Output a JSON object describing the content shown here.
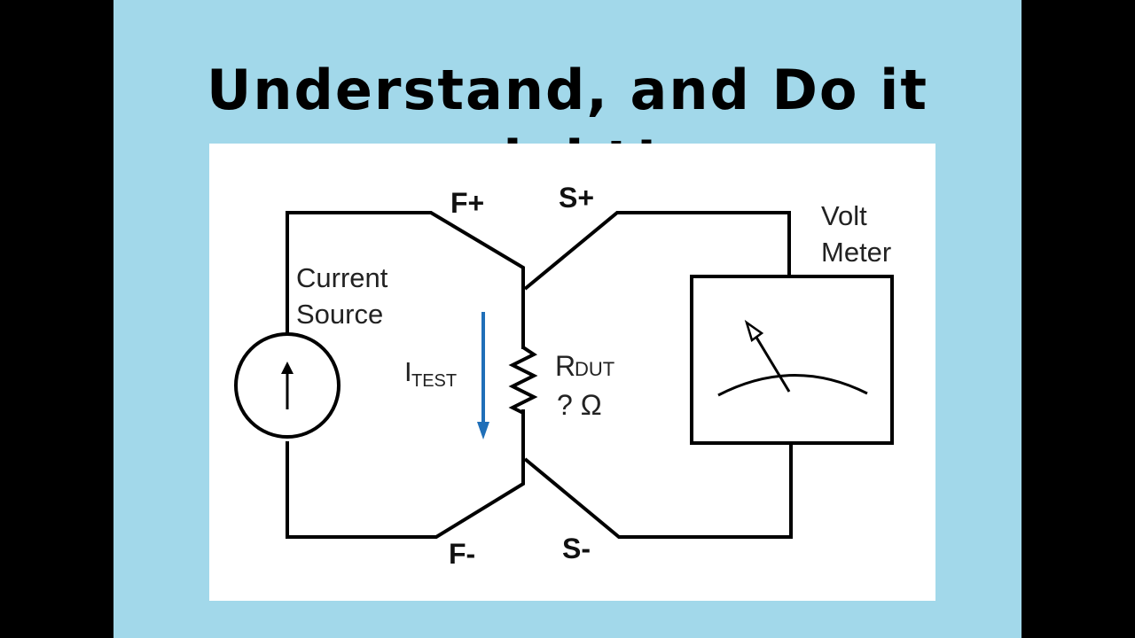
{
  "headline": "Understand, and Do it right!",
  "diagram": {
    "terminals": {
      "f_plus": "F+",
      "s_plus": "S+",
      "f_minus": "F-",
      "s_minus": "S-"
    },
    "current_source": {
      "line1": "Current",
      "line2": "Source"
    },
    "test_current": {
      "main": "I",
      "sub": "TEST"
    },
    "resistor": {
      "main": "R",
      "sub": "DUT",
      "value": "? Ω"
    },
    "voltmeter": {
      "line1": "Volt",
      "line2": "Meter"
    }
  },
  "colors": {
    "panel": "#a2d8ea",
    "arrow": "#1f6fb8",
    "wire": "#000000"
  }
}
